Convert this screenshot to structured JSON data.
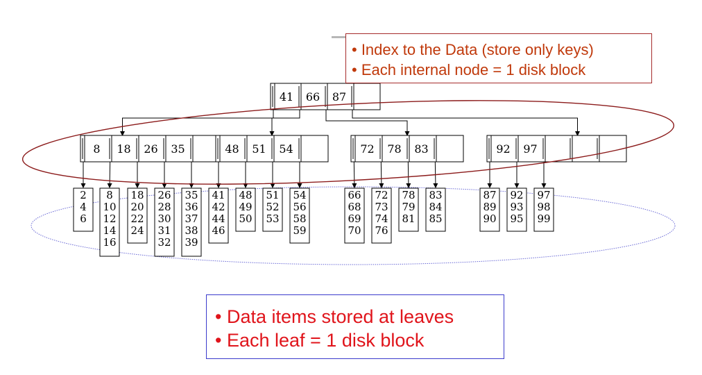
{
  "root": {
    "keys": [
      "41",
      "66",
      "87",
      ""
    ]
  },
  "internal_nodes": [
    {
      "keys": [
        "8",
        "18",
        "26",
        "35",
        ""
      ]
    },
    {
      "keys": [
        "48",
        "51",
        "54",
        ""
      ]
    },
    {
      "keys": [
        "72",
        "78",
        "83",
        ""
      ]
    },
    {
      "keys": [
        "92",
        "97",
        "",
        "",
        ""
      ]
    }
  ],
  "leaves": [
    [
      "2",
      "4",
      "6"
    ],
    [
      "8",
      "10",
      "12",
      "14",
      "16"
    ],
    [
      "18",
      "20",
      "22",
      "24"
    ],
    [
      "26",
      "28",
      "30",
      "31",
      "32"
    ],
    [
      "35",
      "36",
      "37",
      "38",
      "39"
    ],
    [
      "41",
      "42",
      "44",
      "46"
    ],
    [
      "48",
      "49",
      "50"
    ],
    [
      "51",
      "52",
      "53"
    ],
    [
      "54",
      "56",
      "58",
      "59"
    ],
    [
      "66",
      "68",
      "69",
      "70"
    ],
    [
      "72",
      "73",
      "74",
      "76"
    ],
    [
      "78",
      "79",
      "81"
    ],
    [
      "83",
      "84",
      "85"
    ],
    [
      "87",
      "89",
      "90"
    ],
    [
      "92",
      "93",
      "95"
    ],
    [
      "97",
      "98",
      "99"
    ]
  ],
  "callouts": {
    "index_line1": "• Index to the Data (store only keys)",
    "index_line2": "• Each internal node = 1 disk block",
    "data_line1": "• Data items stored at leaves",
    "data_line2": "• Each leaf = 1 disk block"
  },
  "colors": {
    "index_ellipse": "#8b1a1a",
    "leaf_ellipse": "#6a6ad6",
    "index_text": "#c0390b",
    "data_text": "#e0141b"
  }
}
